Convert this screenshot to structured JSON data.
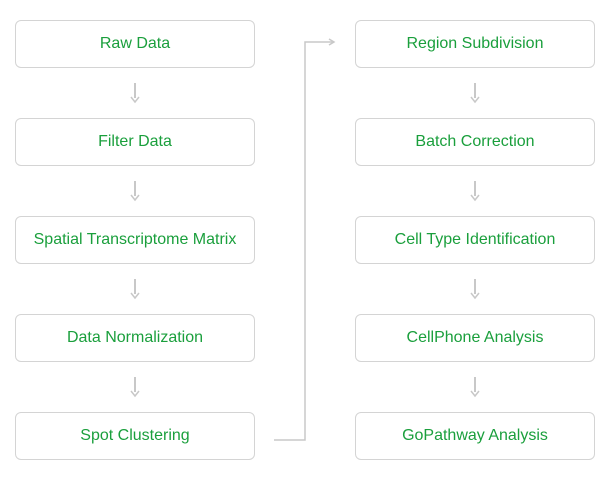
{
  "colors": {
    "text": "#1a9f3c",
    "border": "#d4d4d4",
    "arrow": "#c8c8c8"
  },
  "columns": [
    {
      "steps": [
        {
          "label": "Raw Data"
        },
        {
          "label": "Filter Data"
        },
        {
          "label": "Spatial Transcriptome Matrix"
        },
        {
          "label": "Data Normalization"
        },
        {
          "label": "Spot Clustering"
        }
      ]
    },
    {
      "steps": [
        {
          "label": "Region Subdivision"
        },
        {
          "label": "Batch Correction"
        },
        {
          "label": "Cell Type Identification"
        },
        {
          "label": "CellPhone Analysis"
        },
        {
          "label": "GoPathway Analysis"
        }
      ]
    }
  ]
}
